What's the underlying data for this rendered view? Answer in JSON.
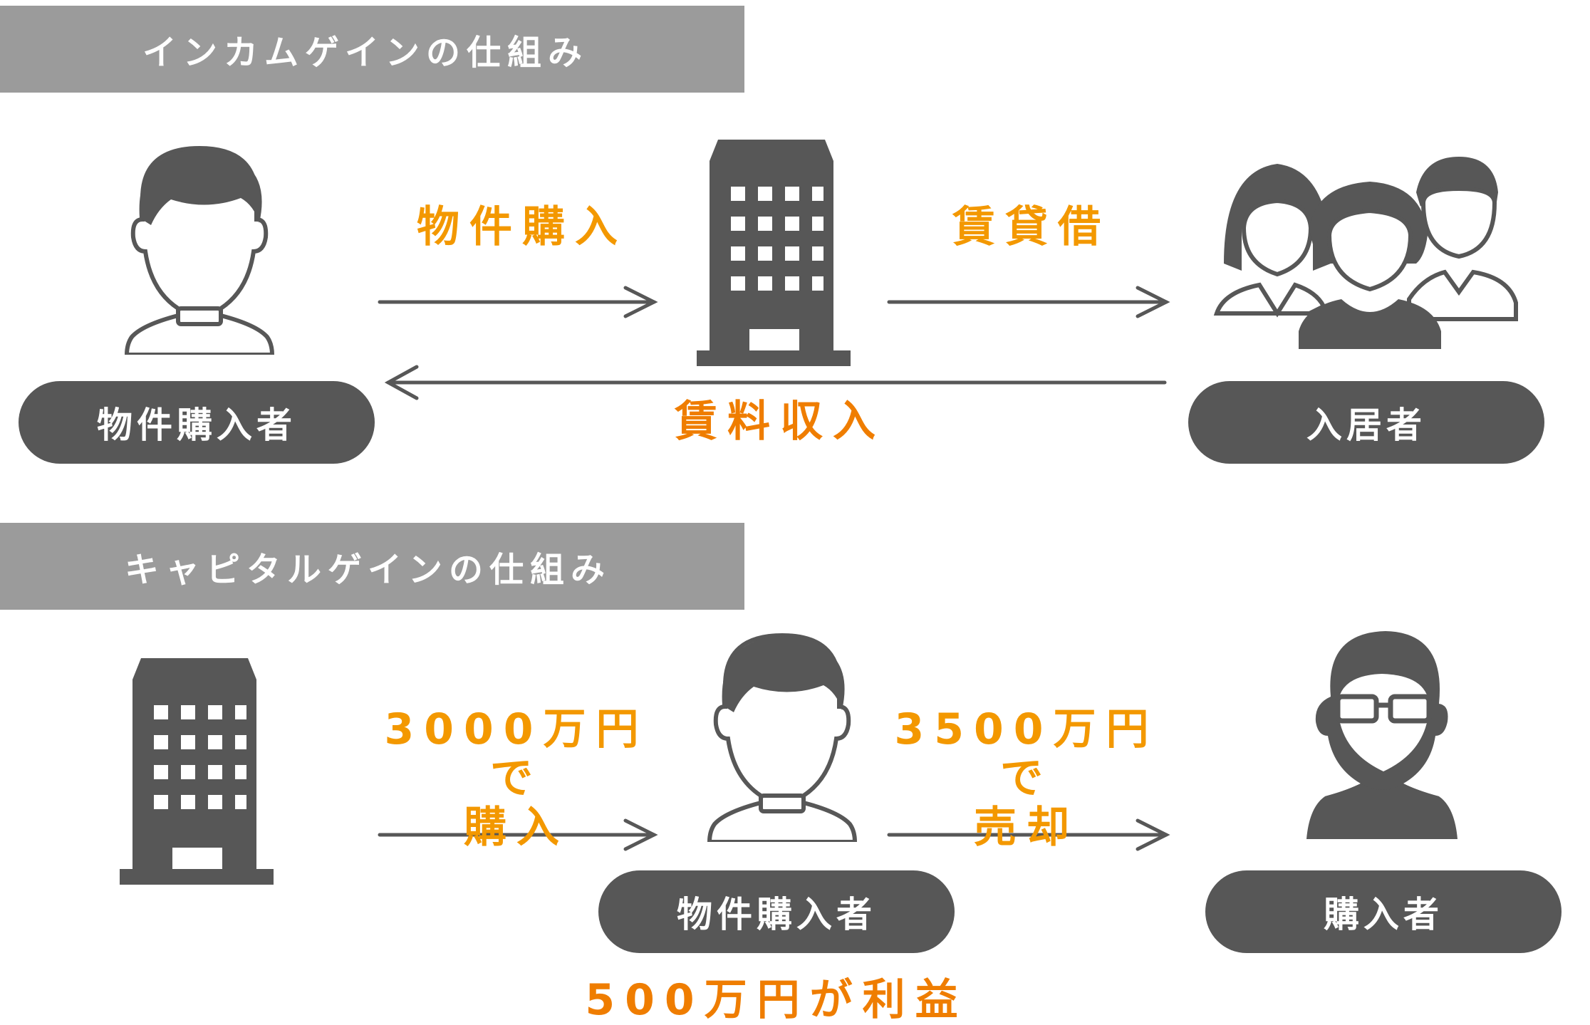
{
  "income": {
    "header": "インカムゲインの仕組み",
    "buyer_pill": "物件購入者",
    "tenant_pill": "入居者",
    "label_purchase": "物件購入",
    "label_lease": "賃貸借",
    "label_rent": "賃料収入"
  },
  "capital": {
    "header": "キャピタルゲインの仕組み",
    "buyer_pill": "物件購入者",
    "purchaser_pill": "購入者",
    "label_buy_line1": "3000万円で",
    "label_buy_line2": "購入",
    "label_sell_line1": "3500万円で",
    "label_sell_line2": "売却",
    "label_profit": "500万円が利益"
  },
  "colors": {
    "header_bg": "#9b9b9b",
    "pill_bg": "#575757",
    "icon": "#575757",
    "accent_yellow_orange": "#f39800",
    "accent_orange": "#ef7d00"
  }
}
